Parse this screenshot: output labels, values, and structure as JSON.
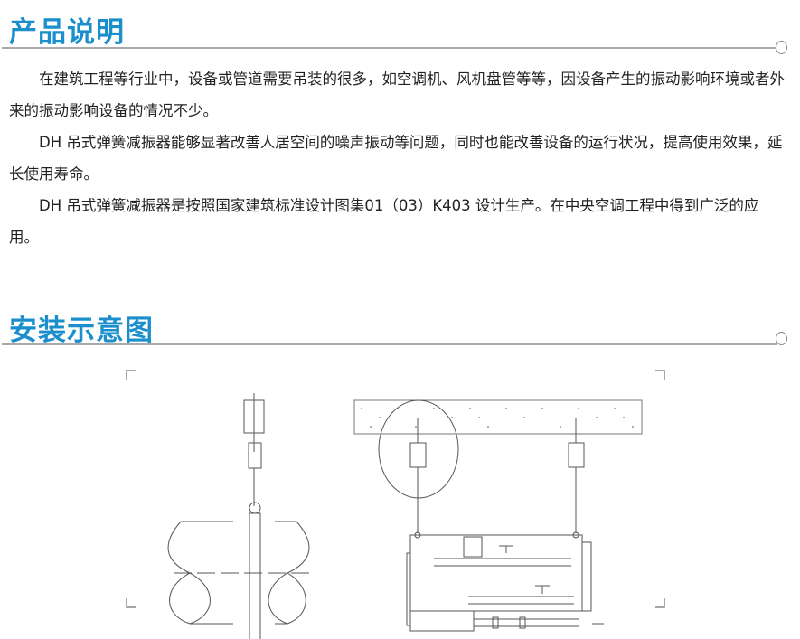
{
  "section1": {
    "title": "产品说明"
  },
  "section2": {
    "title": "安装示意图"
  },
  "paragraphs": [
    "在建筑工程等行业中，设备或管道需要吊装的很多，如空调机、风机盘管等等，因设备产生的振动影响环境或者外来的振动影响设备的情况不少。",
    "DH 吊式弹簧减振器能够显著改善人居空间的噪声振动等问题，同时也能改善设备的运行状况，提高使用效果，延长使用寿命。",
    "DH  吊式弹簧减振器是按照国家建筑标准设计图集01（03）K403  设计生产。在中央空调工程中得到广泛的应用。"
  ],
  "colors": {
    "title": "#1b8fcc",
    "rule": "#aaaaaa"
  }
}
